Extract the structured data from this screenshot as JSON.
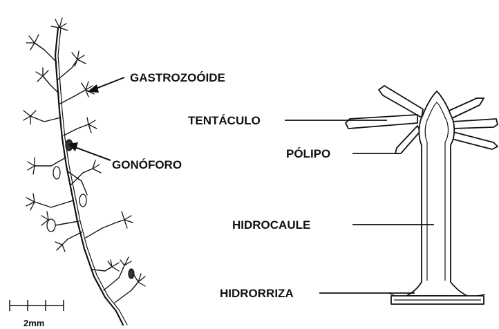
{
  "labels": {
    "gastrozooide": "GASTROZOÓIDE",
    "gonoforo": "GONÓFORO",
    "tentaculo": "TENTÁCULO",
    "polipo": "PÓLIPO",
    "hidrocaule": "HIDROCAULE",
    "hidrorriza": "HIDRORRIZA"
  },
  "scale_bar": {
    "label": "2mm"
  },
  "colors": {
    "ink": "#111111",
    "fill": "#ffffff",
    "shade": "#333333"
  }
}
